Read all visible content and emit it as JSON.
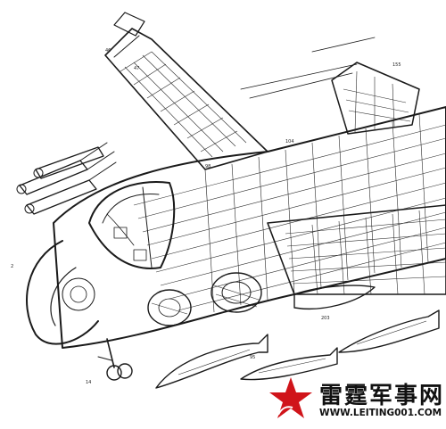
{
  "watermark": {
    "site_name": "雷霆军事网",
    "url": "WWW.LEITING001.COM",
    "logo_color": "#d0141a"
  },
  "illustration": {
    "kind": "cutaway-technical-drawing",
    "subject_icon": "attack-aircraft-cutaway"
  }
}
